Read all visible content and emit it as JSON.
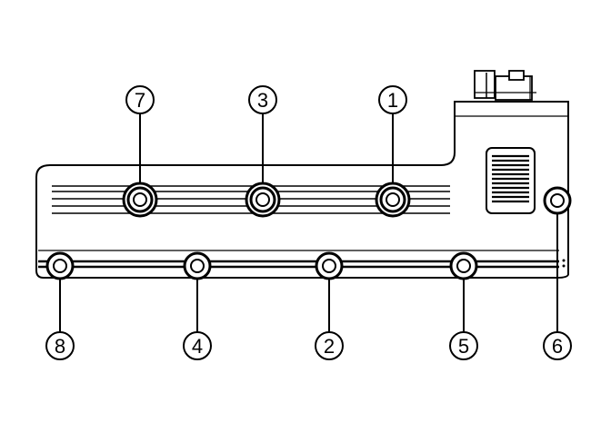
{
  "diagram": {
    "colors": {
      "ink": "#000000",
      "paper": "#ffffff"
    },
    "callouts": {
      "c1": "1",
      "c2": "2",
      "c3": "3",
      "c4": "4",
      "c5": "5",
      "c6": "6",
      "c7": "7",
      "c8": "8"
    }
  }
}
